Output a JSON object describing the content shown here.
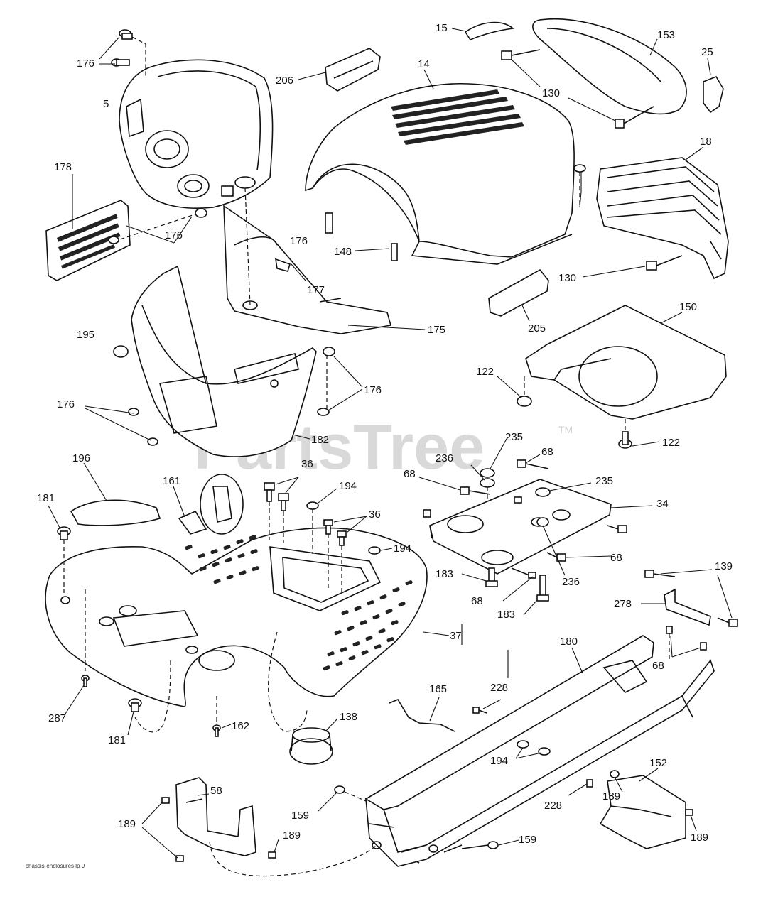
{
  "watermark": {
    "brand": "PartsTree",
    "tm": "TM"
  },
  "footer_code": "chassis-enclosures lp 9",
  "callouts": [
    {
      "id": "c176a",
      "text": "176"
    },
    {
      "id": "c5",
      "text": "5"
    },
    {
      "id": "c178",
      "text": "178"
    },
    {
      "id": "c206",
      "text": "206"
    },
    {
      "id": "c14",
      "text": "14"
    },
    {
      "id": "c15",
      "text": "15"
    },
    {
      "id": "c153",
      "text": "153"
    },
    {
      "id": "c25",
      "text": "25"
    },
    {
      "id": "c130a",
      "text": "130"
    },
    {
      "id": "c18",
      "text": "18"
    },
    {
      "id": "c176b",
      "text": "176"
    },
    {
      "id": "c176c",
      "text": "176"
    },
    {
      "id": "c148",
      "text": "148"
    },
    {
      "id": "c177",
      "text": "177"
    },
    {
      "id": "c175",
      "text": "175"
    },
    {
      "id": "c130b",
      "text": "130"
    },
    {
      "id": "c205",
      "text": "205"
    },
    {
      "id": "c150",
      "text": "150"
    },
    {
      "id": "c195",
      "text": "195"
    },
    {
      "id": "c176d",
      "text": "176"
    },
    {
      "id": "c176e",
      "text": "176"
    },
    {
      "id": "c122a",
      "text": "122"
    },
    {
      "id": "c122b",
      "text": "122"
    },
    {
      "id": "c182",
      "text": "182"
    },
    {
      "id": "c196",
      "text": "196"
    },
    {
      "id": "c161",
      "text": "161"
    },
    {
      "id": "c36a",
      "text": "36"
    },
    {
      "id": "c194a",
      "text": "194"
    },
    {
      "id": "c36b",
      "text": "36"
    },
    {
      "id": "c194b",
      "text": "194"
    },
    {
      "id": "c181a",
      "text": "181"
    },
    {
      "id": "c235a",
      "text": "235"
    },
    {
      "id": "c236a",
      "text": "236"
    },
    {
      "id": "c68a",
      "text": "68"
    },
    {
      "id": "c68b",
      "text": "68"
    },
    {
      "id": "c235b",
      "text": "235"
    },
    {
      "id": "c34",
      "text": "34"
    },
    {
      "id": "c68c",
      "text": "68"
    },
    {
      "id": "c236b",
      "text": "236"
    },
    {
      "id": "c183a",
      "text": "183"
    },
    {
      "id": "c68d",
      "text": "68"
    },
    {
      "id": "c183b",
      "text": "183"
    },
    {
      "id": "c139",
      "text": "139"
    },
    {
      "id": "c278",
      "text": "278"
    },
    {
      "id": "c37",
      "text": "37"
    },
    {
      "id": "c180",
      "text": "180"
    },
    {
      "id": "c68e",
      "text": "68"
    },
    {
      "id": "c228a",
      "text": "228"
    },
    {
      "id": "c165",
      "text": "165"
    },
    {
      "id": "c287",
      "text": "287"
    },
    {
      "id": "c162",
      "text": "162"
    },
    {
      "id": "c138",
      "text": "138"
    },
    {
      "id": "c181b",
      "text": "181"
    },
    {
      "id": "c194c",
      "text": "194"
    },
    {
      "id": "c152",
      "text": "152"
    },
    {
      "id": "c58",
      "text": "58"
    },
    {
      "id": "c189a",
      "text": "189"
    },
    {
      "id": "c159a",
      "text": "159"
    },
    {
      "id": "c228b",
      "text": "228"
    },
    {
      "id": "c189b",
      "text": "189"
    },
    {
      "id": "c189c",
      "text": "189"
    },
    {
      "id": "c189d",
      "text": "189"
    },
    {
      "id": "c159b",
      "text": "159"
    }
  ]
}
